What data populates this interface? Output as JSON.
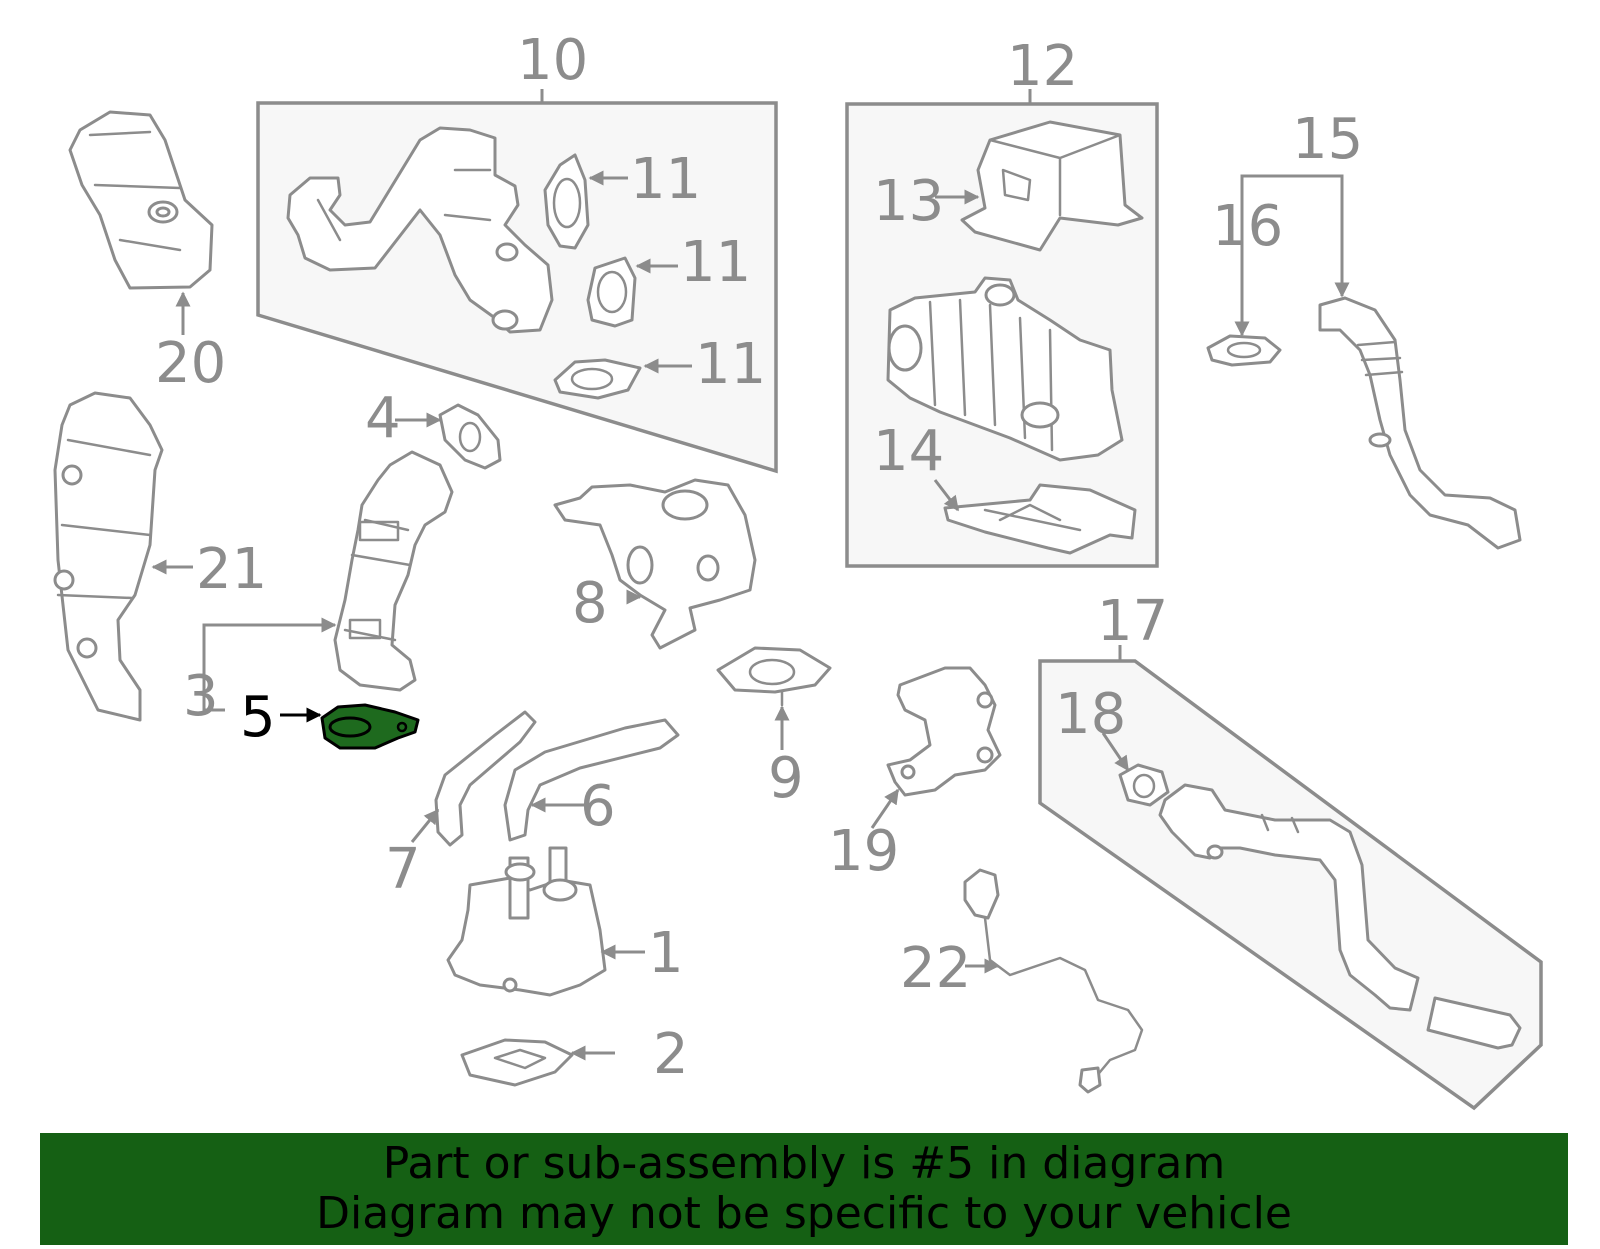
{
  "callouts": [
    {
      "id": "1",
      "text": "1"
    },
    {
      "id": "2",
      "text": "2"
    },
    {
      "id": "3",
      "text": "3"
    },
    {
      "id": "4",
      "text": "4"
    },
    {
      "id": "5",
      "text": "5",
      "highlighted": true
    },
    {
      "id": "6",
      "text": "6"
    },
    {
      "id": "7",
      "text": "7"
    },
    {
      "id": "8",
      "text": "8"
    },
    {
      "id": "9",
      "text": "9"
    },
    {
      "id": "10",
      "text": "10"
    },
    {
      "id": "11a",
      "text": "11"
    },
    {
      "id": "11b",
      "text": "11"
    },
    {
      "id": "11c",
      "text": "11"
    },
    {
      "id": "12",
      "text": "12"
    },
    {
      "id": "13",
      "text": "13"
    },
    {
      "id": "14",
      "text": "14"
    },
    {
      "id": "15",
      "text": "15"
    },
    {
      "id": "16",
      "text": "16"
    },
    {
      "id": "17",
      "text": "17"
    },
    {
      "id": "18",
      "text": "18"
    },
    {
      "id": "19",
      "text": "19"
    },
    {
      "id": "20",
      "text": "20"
    },
    {
      "id": "21",
      "text": "21"
    },
    {
      "id": "22",
      "text": "22"
    }
  ],
  "banner": {
    "line1": "Part or sub-assembly is #5 in diagram",
    "line2": "Diagram may not be specific to your vehicle"
  },
  "colors": {
    "banner_bg": "#156014",
    "highlight_part": "#1e6a1e",
    "line_gray": "#8c8c8c",
    "group_box_fill": "#f7f7f7"
  }
}
